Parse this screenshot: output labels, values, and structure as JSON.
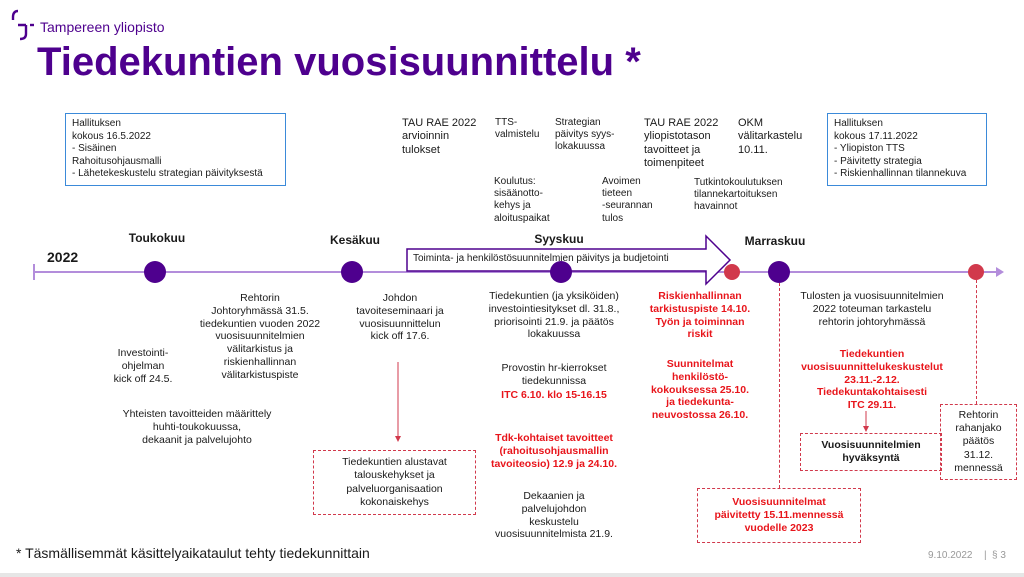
{
  "brand": {
    "name": "Tampereen yliopisto",
    "color": "#4e008e"
  },
  "title": "Tiedekuntien vuosisuunnittelu *",
  "year": "2022",
  "months": [
    "Toukokuu",
    "Kesäkuu",
    "Syyskuu",
    "Marraskuu"
  ],
  "board_box_1": "Hallituksen\nkokous 16.5.2022\n-    Sisäinen\nRahoitusohjausmalli\n- Lähetekeskustelu strategian päivityksestä",
  "board_box_2": "Hallituksen\nkokous 17.11.2022\n-    Yliopiston TTS\n-    Päivitetty strategia\n-    Riskienhallinnan tilannekuva",
  "top_items": [
    "TAU RAE 2022\narvioinnin\ntulokset",
    "TTS-\nvalmistelu",
    "Strategian\npäivitys syys-\nlokakuussa",
    "TAU RAE 2022\nyliopistotason\ntavoitteet ja\ntoimenpiteet",
    "OKM\nvälitarkastelu\n10.11."
  ],
  "second_items": [
    "Koulutus:\nsisäänotto-\nkehys ja\naloituspaikat",
    "Avoimen\ntieteen\n-seurannan\ntulos",
    "Tutkintokoulutuksen\ntilannekartoituksen\nhavainnot"
  ],
  "arrow_label": "Toiminta- ja henkilöstösuunnitelmien päivitys ja budjetointi",
  "may": {
    "investment": "Investointi-\nohjelman\nkick off 24.5.",
    "goals": "Yhteisten  tavoitteiden määrittely\nhuhti-toukokuussa,\ndekaanit ja palvelujohto",
    "rector": "Rehtorin\nJohtoryhmässä 31.5.\ntiedekuntien vuoden 2022\nvuosisuunnitelmien\nvälitarkistus ja\nriskienhallinnan\nvälitarkistuspiste"
  },
  "june": {
    "seminar": "Johdon\ntavoiteseminaari ja\nvuosisuunnittelun\nkick off 17.6.",
    "frames_box": "Tiedekuntien alustavat\ntalouskehykset ja\npalveluorganisaation\nkokonaiskehys"
  },
  "sept": {
    "investments": "Tiedekuntien (ja yksiköiden)\ninvestointiesitykset dl. 31.8.,\npriorisointi 21.9. ja päätös\nlokakuussa",
    "provost": "Provostin hr-kierrokset\ntiedekunnissa",
    "itc": "ITC 6.10. klo 15-16.15",
    "targets": "Tdk-kohtaiset tavoitteet\n(rahoitusohjausmallin\ntavoiteosio) 12.9 ja 24.10.",
    "deans": "Dekaanien ja\npalvelujohdon\nkeskustelu\nvuosisuunnitelmista 21.9."
  },
  "oct": {
    "risk": "Riskienhallinnan\ntarkistuspiste 14.10.\nTyön ja toiminnan\nriskit",
    "plans": "Suunnitelmat\nhenkilöstö-\nkokouksessa 25.10.\nja tiedekunta-\nneuvostossa 26.10.",
    "updated_box": "Vuosisuunnitelmat\npäivitetty 15.11.mennessä\nvuodelle 2023"
  },
  "nov": {
    "review": "Tulosten ja vuosisuunnitelmien\n2022 toteuman tarkastelu\nrehtorin johtoryhmässä",
    "talks": "Tiedekuntien\nvuosisuunnittelukeskustelut\n23.11.-2.12.\nTiedekuntakohtaisesti\nITC 29.11.",
    "approval_box": "Vuosisuunnitelmien\nhyväksyntä"
  },
  "dec": {
    "decision_box": "Rehtorin\nrahanjako\npäätös\n31.12.\nmennessä"
  },
  "footnote": "* Täsmällisemmät käsittelyaikataulut tehty tiedekunnittain",
  "footer": {
    "date": "9.10.2022",
    "page": "§ 3"
  },
  "colors": {
    "purple": "#4e008e",
    "timeline": "#b38ddb",
    "red": "#d1394c",
    "text_red": "#e8151b"
  }
}
